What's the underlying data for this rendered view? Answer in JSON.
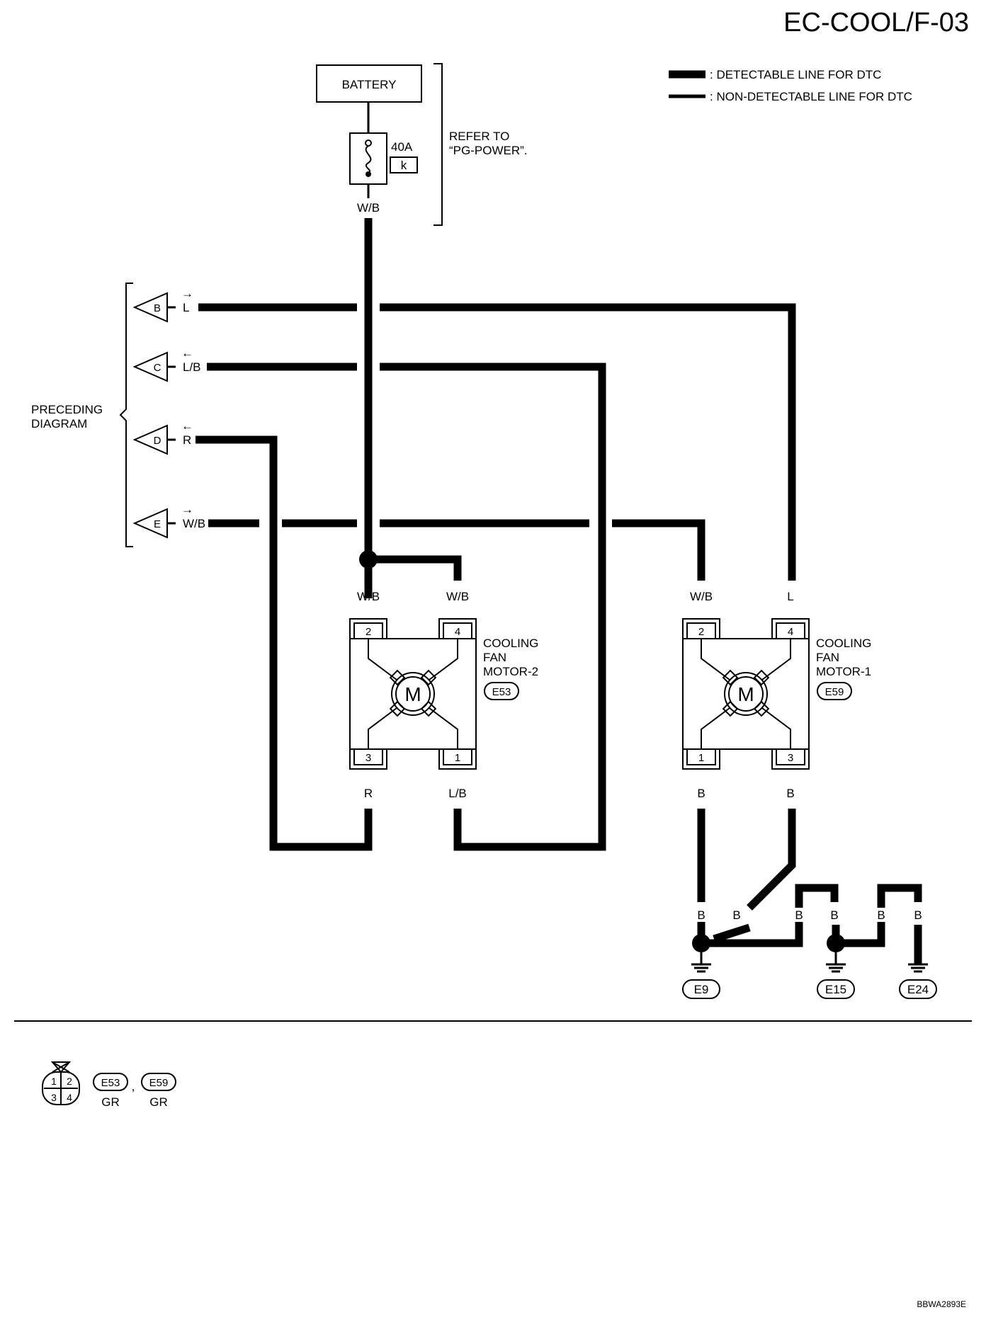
{
  "page": {
    "title": "EC-COOL/F-03",
    "figure_id": "BBWA2893E"
  },
  "legend": {
    "detectable": ": DETECTABLE LINE FOR DTC",
    "non_detectable": ": NON-DETECTABLE LINE FOR DTC"
  },
  "battery": {
    "label": "BATTERY"
  },
  "fuse": {
    "rating": "40A",
    "letter": "k",
    "wire": "W/B"
  },
  "refer": {
    "line1": "REFER TO",
    "line2": "“PG-POWER”."
  },
  "preceding": {
    "line1": "PRECEDING",
    "line2": "DIAGRAM",
    "connectors": [
      {
        "letter": "B",
        "wire": "L",
        "arrow": "→"
      },
      {
        "letter": "C",
        "wire": "L/B",
        "arrow": "←"
      },
      {
        "letter": "D",
        "wire": "R",
        "arrow": "←"
      },
      {
        "letter": "E",
        "wire": "W/B",
        "arrow": "→"
      }
    ]
  },
  "motor2": {
    "name1": "COOLING",
    "name2": "FAN",
    "name3": "MOTOR-2",
    "connector": "E53",
    "symbol": "M",
    "pins": {
      "tl": "2",
      "tr": "4",
      "bl": "3",
      "br": "1"
    },
    "wires": {
      "tl": "W/B",
      "tr": "W/B",
      "bl": "R",
      "br": "L/B"
    }
  },
  "motor1": {
    "name1": "COOLING",
    "name2": "FAN",
    "name3": "MOTOR-1",
    "connector": "E59",
    "symbol": "M",
    "pins": {
      "tl": "2",
      "tr": "4",
      "bl": "1",
      "br": "3"
    },
    "wires": {
      "tl": "W/B",
      "tr": "L",
      "bl": "B",
      "br": "B"
    }
  },
  "grounds": {
    "wire": "B",
    "labels": [
      "E9",
      "E15",
      "E24"
    ]
  },
  "connector_key": {
    "pins": [
      "1",
      "2",
      "3",
      "4"
    ],
    "c1": "E53",
    "c2": "E59",
    "sep": ",",
    "color1": "GR",
    "color2": "GR"
  }
}
